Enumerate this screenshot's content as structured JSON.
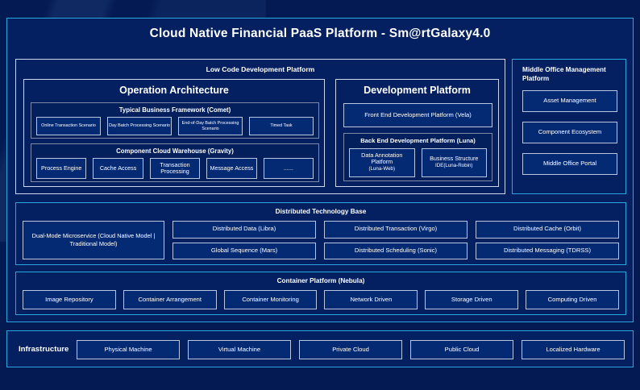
{
  "page_title": "Cloud Native Financial PaaS Platform - Sm@rtGalaxy4.0",
  "colors": {
    "background": "#031a52",
    "panel_fill": "#042061",
    "chip_fill": "#052a74",
    "accent_cyan": "#29a8e0",
    "border_white": "#cdd8ee",
    "border_gray": "#7d8ba8",
    "text": "#ffffff"
  },
  "low_code": {
    "title": "Low Code Development Platform",
    "operation_architecture": {
      "title": "Operation Architecture",
      "typical_business_framework": {
        "title": "Typical Business Framework (Comet)",
        "items": [
          "Online Transaction Scenario",
          "Day Batch Processing Scenario",
          "End-of-Day Batch Processing Scenario",
          "Timed Task"
        ]
      },
      "component_cloud_warehouse": {
        "title": "Component Cloud Warehouse (Gravity)",
        "items": [
          "Process Engine",
          "Cache Access",
          "Transaction Processing",
          "Message Access",
          "......"
        ]
      }
    },
    "development_platform": {
      "title": "Development Platform",
      "front_end": "Front End Development Platform (Vela)",
      "back_end": {
        "title": "Back End Development Platform (Luna)",
        "items": [
          {
            "main": "Data Annotation Platform",
            "sub": "(Luna-Web)"
          },
          {
            "main": "Business Structure",
            "sub": "IDE(Luna-Robin)"
          }
        ]
      }
    }
  },
  "middle_office": {
    "title": "Middle Office Management Platform",
    "items": [
      "Asset Management",
      "Component Ecosystem",
      "Middle Office Portal"
    ]
  },
  "distributed_technology_base": {
    "title": "Distributed Technology Base",
    "dual_mode": "Dual-Mode Microservice (Cloud Native Model | Traditional Model)",
    "columns": [
      {
        "top": "Distributed Data (Libra)",
        "bottom": "Global Sequence (Mars)"
      },
      {
        "top": "Distributed Transaction (Virgo)",
        "bottom": "Distributed Scheduling (Sonic)"
      },
      {
        "top": "Distributed Cache (Orbit)",
        "bottom": "Distributed Messaging (TDRSS)"
      }
    ]
  },
  "container_platform": {
    "title": "Container Platform (Nebula)",
    "items": [
      "Image Repository",
      "Container Arrangement",
      "Container Monitoring",
      "Network Driven",
      "Storage Driven",
      "Computing Driven"
    ]
  },
  "infrastructure": {
    "label": "Infrastructure",
    "items": [
      "Physical Machine",
      "Virtual Machine",
      "Private Cloud",
      "Public Cloud",
      "Localized Hardware"
    ]
  }
}
